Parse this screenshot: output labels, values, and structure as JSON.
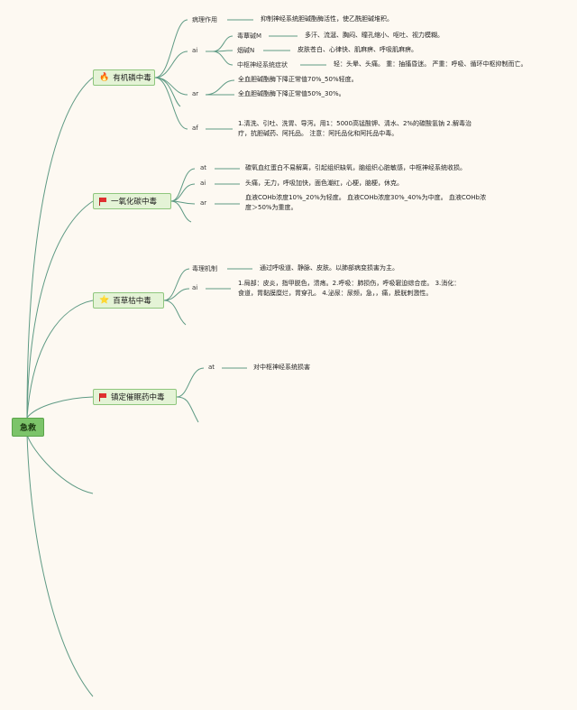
{
  "root": {
    "label": "急救"
  },
  "topics": [
    {
      "label": "有机磷中毒",
      "icon": "fire-icon",
      "icon_glyph": "🔥",
      "children": [
        {
          "label": "病理作用",
          "text": "抑制神经系统胆碱酯酶活性，使乙酰胆碱堆积。"
        },
        {
          "label": "ai",
          "children": [
            {
              "label": "毒蕈碱M",
              "text": "多汗、流涎、胸闷、瞳孔缩小、呕吐、视力模糊。"
            },
            {
              "label": "烟碱N",
              "text": "皮肤苍白、心律快、肌麻痹、呼吸肌麻痹。"
            },
            {
              "label": "中枢神经系统症状",
              "text": "轻：头晕、头痛。 重：抽搐昏迷。 严重：呼吸、循环中枢抑制而亡。"
            }
          ]
        },
        {
          "label": "ar",
          "items": [
            "全血胆碱酯酶下降正常值70%_50%轻度。",
            "全血胆碱酯酶下降正常值50%_30%。"
          ]
        },
        {
          "label": "af",
          "text_lines": [
            "1.清洗、引吐、洗胃、导泻。用1：5000高锰酸钾、清水、2%的碳酸氢钠 2.解毒治",
            "疗，抗胆碱药、阿托品。 注意：阿托品化和阿托品中毒。"
          ]
        }
      ]
    },
    {
      "label": "一氧化碳中毒",
      "icon": "red-flag-icon",
      "children": [
        {
          "label": "at",
          "text": "碳氧血红蛋白不易解离，引起组织缺氧，脑组织心脏敏感，中枢神经系统收损。"
        },
        {
          "label": "ai",
          "text": "头痛，无力，呼吸加快，面色潮红，心梗，脑梗，休克。"
        },
        {
          "label": "ar",
          "text_lines": [
            "血液COHb浓度10%_20%为轻度。 血液COHb浓度30%_40%为中度。 血液COHb浓",
            "度＞50%为重度。"
          ]
        }
      ]
    },
    {
      "label": "百草枯中毒",
      "icon": "star-icon",
      "icon_glyph": "⭐",
      "children": [
        {
          "label": "毒理机制",
          "text": "通过呼吸道、静脉、皮肤。以肺部病变损害为主。"
        },
        {
          "label": "ai",
          "text_lines": [
            "1.局部：皮炎，指甲脱色，溃疡。2.呼吸：肺损伤，呼吸窘迫综合症。 3.消化：",
            "食道，胃黏膜糜烂，胃穿孔。 4.泌尿：尿频，急，，痛，膀胱刺激性。"
          ]
        }
      ]
    },
    {
      "label": "镇定催眠药中毒",
      "icon": "red-flag-icon",
      "children": [
        {
          "label": "at",
          "text": "对中枢神经系统损害"
        }
      ]
    }
  ]
}
